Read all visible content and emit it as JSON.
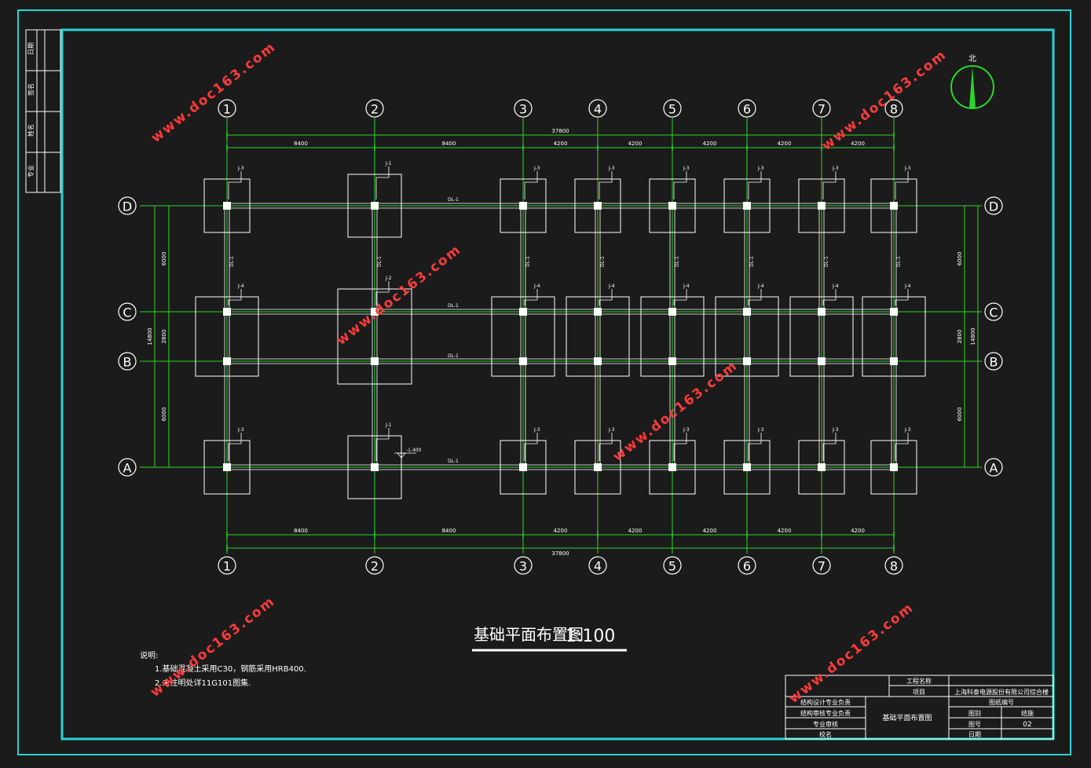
{
  "drawing": {
    "title": "基础平面布置图",
    "scale": "1:100",
    "north_label": "北",
    "colors": {
      "background": "#1b1b1b",
      "frame": "#27d3d3",
      "grid": "#2bd62b",
      "lines": "#ffffff",
      "watermark": "#ff3b3b"
    },
    "axes_x": [
      "1",
      "2",
      "3",
      "4",
      "5",
      "6",
      "7",
      "8"
    ],
    "axes_y": [
      "D",
      "C",
      "B",
      "A"
    ],
    "spans_x": [
      "8400",
      "8400",
      "4200",
      "4200",
      "4200",
      "4200",
      "4200"
    ],
    "total_x": "37800",
    "spans_y": [
      "6000",
      "2800",
      "6000"
    ],
    "total_y": "14800",
    "beam_labels": [
      "DL-1",
      "DL-1",
      "DL-1",
      "DL-1"
    ],
    "column_beam_label": "DL-1",
    "footing_tags": {
      "row_D": [
        "J-3",
        "J-1",
        "J-3",
        "J-3",
        "J-3",
        "J-3",
        "J-3",
        "J-3"
      ],
      "row_CB": [
        "J-4",
        "J-2",
        "J-4",
        "J-4",
        "J-4",
        "J-4",
        "J-4",
        "J-4"
      ],
      "row_A": [
        "J-3",
        "J-1",
        "J-3",
        "J-3",
        "J-3",
        "J-3",
        "J-3",
        "J-3"
      ]
    },
    "elevation_mark": "-1.400"
  },
  "notes": {
    "heading": "说明:",
    "line1": "1.基础混凝土采用C30，钢筋采用HRB400.",
    "line2": "2.未注明处详11G101图集."
  },
  "left_strip": {
    "labels": [
      "日期",
      "签名",
      "姓名",
      "专业"
    ]
  },
  "title_block": {
    "project_name_label": "工程名称",
    "project_label": "项目",
    "project_value": "上海科泰电源股份有限公司综合楼",
    "drawing_no_label": "图纸编号",
    "row1": "结构设计专业负责",
    "row2": "结构审核专业负责",
    "row3": "专业审核",
    "row4": "校名",
    "drawing_name": "基础平面布置图",
    "stage_label": "图别",
    "stage_value": "结施",
    "sheet_label": "图号",
    "sheet_value": "02",
    "date_label": "日期"
  },
  "watermark": {
    "text": "www.doc163.com"
  }
}
